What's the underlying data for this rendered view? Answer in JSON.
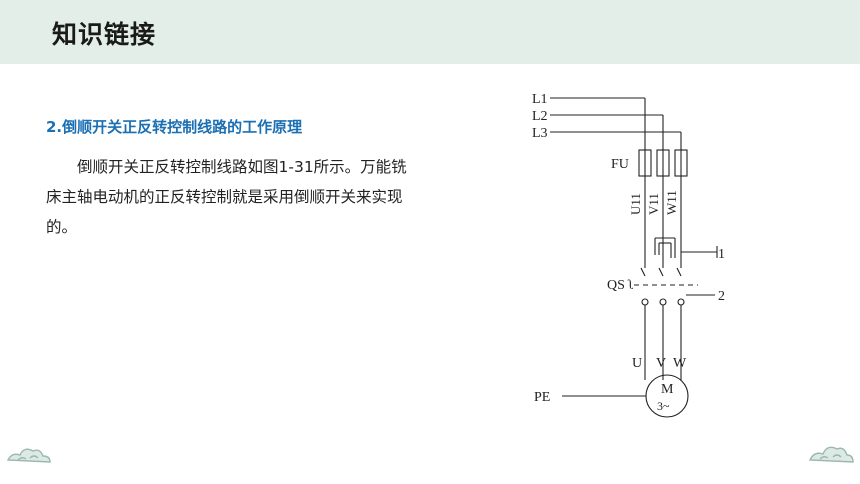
{
  "header": {
    "title": "知识链接"
  },
  "section": {
    "heading": "2.倒顺开关正反转控制线路的工作原理",
    "paragraph": "倒顺开关正反转控制线路如图1-31所示。万能铣床主轴电动机的正反转控制就是采用倒顺开关来实现的。"
  },
  "diagram": {
    "labels": {
      "l1": "L1",
      "l2": "L2",
      "l3": "L3",
      "fu": "FU",
      "u11": "U11",
      "v11": "V11",
      "w11": "W11",
      "qs": "QS",
      "callout1": "1",
      "callout2": "2",
      "u": "U",
      "v": "V",
      "w": "W",
      "motor": "M",
      "motor_phase": "3~",
      "pe": "PE"
    }
  },
  "colors": {
    "header_bg": "#e4eee8",
    "heading_blue": "#1b6fb3"
  }
}
